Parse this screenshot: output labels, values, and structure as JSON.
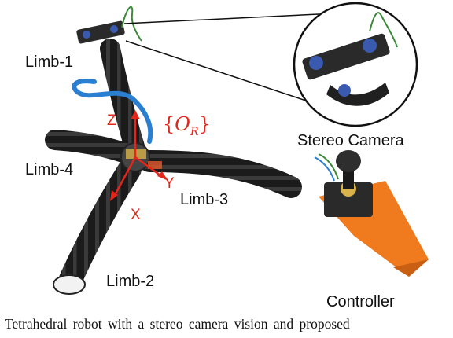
{
  "figure": {
    "labels": {
      "limb1": "Limb-1",
      "limb2": "Limb-2",
      "limb3": "Limb-3",
      "limb4": "Limb-4",
      "stereo_camera": "Stereo Camera",
      "controller": "Controller"
    },
    "axes": {
      "x": "X",
      "y": "Y",
      "z": "Z"
    },
    "frame": {
      "open": "{",
      "symbol": "O",
      "subscript": "R",
      "close": "}"
    },
    "colors": {
      "axis_red": "#e3261c",
      "limb_black": "#1b1b1b",
      "controller_orange": "#f07a1e",
      "cable_blue": "#2b7fd0",
      "wire_green": "#3a8a3a"
    }
  },
  "caption": {
    "text": ": Tetrahedral robot with a stereo camera vision and proposed"
  }
}
